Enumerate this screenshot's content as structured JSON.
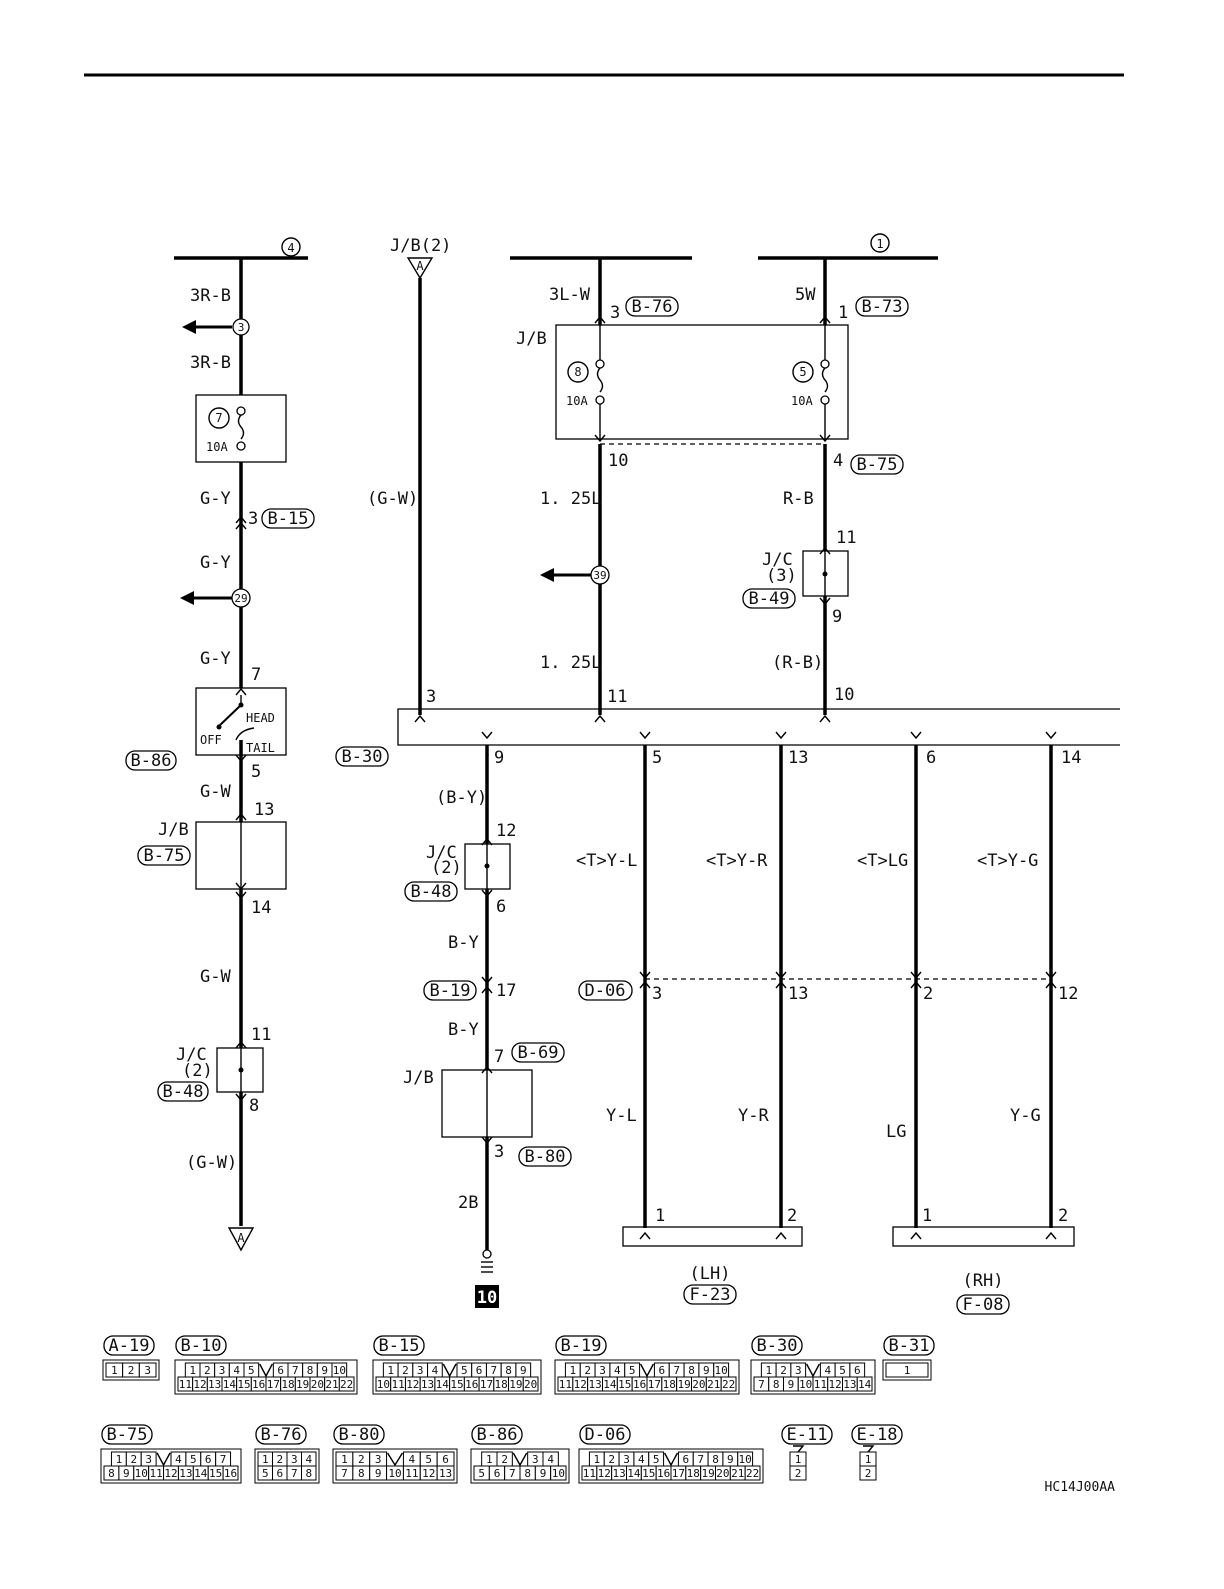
{
  "diagram": {
    "code": "HC14J00AA",
    "markers": {
      "circle4": "④",
      "circle1": "①",
      "jb2": "J/B(2)",
      "arrowA": "A",
      "ground": "10",
      "lh": "(LH)",
      "rh": "(RH)"
    },
    "wires": {
      "w3RB_top": "3R-B",
      "w3RB_bot": "3R-B",
      "wGY1": "G-Y",
      "wGY2": "G-Y",
      "wGY3": "G-Y",
      "wGW1": "G-W",
      "wGW2": "G-W",
      "wGW3": "(G-W)",
      "wGWmid": "(G-W)",
      "w3LW": "3L-W",
      "w125L_1": "1. 25L",
      "w125L_2": "1. 25L",
      "w5W": "5W",
      "wRB": "R-B",
      "wRB2": "(R-B)",
      "wBY1": "(B-Y)",
      "wBY2": "B-Y",
      "wBY3": "B-Y",
      "w2B": "2B",
      "wTYL": "<T>Y-L",
      "wTYR": "<T>Y-R",
      "wTLG": "<T>LG",
      "wTYG": "<T>Y-G",
      "wYL": "Y-L",
      "wYR": "Y-R",
      "wLG": "LG",
      "wYG": "Y-G"
    },
    "components": {
      "jb": "J/B",
      "jb2": "J/B",
      "jb3": "J/B",
      "jc3": "J/C\n(3)",
      "jc2a": "J/C\n(2)",
      "jc2b": "J/C\n(2)",
      "fuse7": "7",
      "fuse8": "8",
      "fuse5": "5",
      "amp": "10A",
      "head": "HEAD",
      "tail": "TAIL",
      "off": "OFF",
      "splice3": "3",
      "splice29": "29",
      "splice39": "39"
    },
    "connectors": {
      "B76": "B-76",
      "B73": "B-73",
      "B75a": "B-75",
      "B75b": "B-75",
      "B15": "B-15",
      "B49": "B-49",
      "B86": "B-86",
      "B30": "B-30",
      "B48a": "B-48",
      "B48b": "B-48",
      "B19": "B-19",
      "B69": "B-69",
      "B80": "B-80",
      "D06": "D-06",
      "F23": "F-23",
      "F08": "F-08"
    },
    "pins": {
      "p3_b76": "3",
      "p1_b73": "1",
      "p10": "10",
      "p4": "4",
      "p11_jc3": "11",
      "p9_jc3": "9",
      "p10_b30": "10",
      "p3_b15": "3",
      "p7": "7",
      "p5": "5",
      "p13": "13",
      "p14": "14",
      "p11_jc2": "11",
      "p8": "8",
      "p3_b30": "3",
      "p11_b30": "11",
      "p9": "9",
      "p5b": "5",
      "p13b": "13",
      "p6b": "6",
      "p14b": "14",
      "p12": "12",
      "p6": "6",
      "p17": "17",
      "p7_b69": "7",
      "p3_b80": "3",
      "d3": "3",
      "d13": "13",
      "d2": "2",
      "d12": "12",
      "f1a": "1",
      "f2a": "2",
      "f1b": "1",
      "f2b": "2"
    },
    "legend": [
      {
        "id": "A-19",
        "rows": [
          [
            "1",
            "2",
            "3"
          ]
        ]
      },
      {
        "id": "B-10",
        "rows": [
          [
            "1",
            "2",
            "3",
            "4",
            "5",
            "",
            "6",
            "7",
            "8",
            "9",
            "10"
          ],
          [
            "11",
            "12",
            "13",
            "14",
            "15",
            "16",
            "17",
            "18",
            "19",
            "20",
            "21",
            "22"
          ]
        ]
      },
      {
        "id": "B-15",
        "rows": [
          [
            "1",
            "2",
            "3",
            "4",
            "",
            "5",
            "6",
            "7",
            "8",
            "9"
          ],
          [
            "10",
            "11",
            "12",
            "13",
            "14",
            "15",
            "16",
            "17",
            "18",
            "19",
            "20"
          ]
        ]
      },
      {
        "id": "B-19",
        "rows": [
          [
            "1",
            "2",
            "3",
            "4",
            "5",
            "",
            "6",
            "7",
            "8",
            "9",
            "10"
          ],
          [
            "11",
            "12",
            "13",
            "14",
            "15",
            "16",
            "17",
            "18",
            "19",
            "20",
            "21",
            "22"
          ]
        ]
      },
      {
        "id": "B-30",
        "rows": [
          [
            "1",
            "2",
            "3",
            "",
            "4",
            "5",
            "6"
          ],
          [
            "7",
            "8",
            "9",
            "10",
            "11",
            "12",
            "13",
            "14"
          ]
        ]
      },
      {
        "id": "B-31",
        "rows": [
          [
            "1"
          ]
        ]
      },
      {
        "id": "B-75",
        "rows": [
          [
            "1",
            "2",
            "3",
            "",
            "4",
            "5",
            "6",
            "7"
          ],
          [
            "8",
            "9",
            "10",
            "11",
            "12",
            "13",
            "14",
            "15",
            "16"
          ]
        ]
      },
      {
        "id": "B-76",
        "rows": [
          [
            "1",
            "2",
            "3",
            "4"
          ],
          [
            "5",
            "6",
            "7",
            "8"
          ]
        ]
      },
      {
        "id": "B-80",
        "rows": [
          [
            "1",
            "2",
            "3",
            "",
            "4",
            "5",
            "6"
          ],
          [
            "7",
            "8",
            "9",
            "10",
            "11",
            "12",
            "13"
          ]
        ]
      },
      {
        "id": "B-86",
        "rows": [
          [
            "1",
            "2",
            "",
            "3",
            "4"
          ],
          [
            "5",
            "6",
            "7",
            "8",
            "9",
            "10"
          ]
        ]
      },
      {
        "id": "D-06",
        "rows": [
          [
            "1",
            "2",
            "3",
            "4",
            "5",
            "",
            "6",
            "7",
            "8",
            "9",
            "10"
          ],
          [
            "11",
            "12",
            "13",
            "14",
            "15",
            "16",
            "17",
            "18",
            "19",
            "20",
            "21",
            "22"
          ]
        ]
      },
      {
        "id": "E-11",
        "rows": [
          [
            "1"
          ],
          [
            "2"
          ]
        ]
      },
      {
        "id": "E-18",
        "rows": [
          [
            "1"
          ],
          [
            "2"
          ]
        ]
      }
    ]
  }
}
